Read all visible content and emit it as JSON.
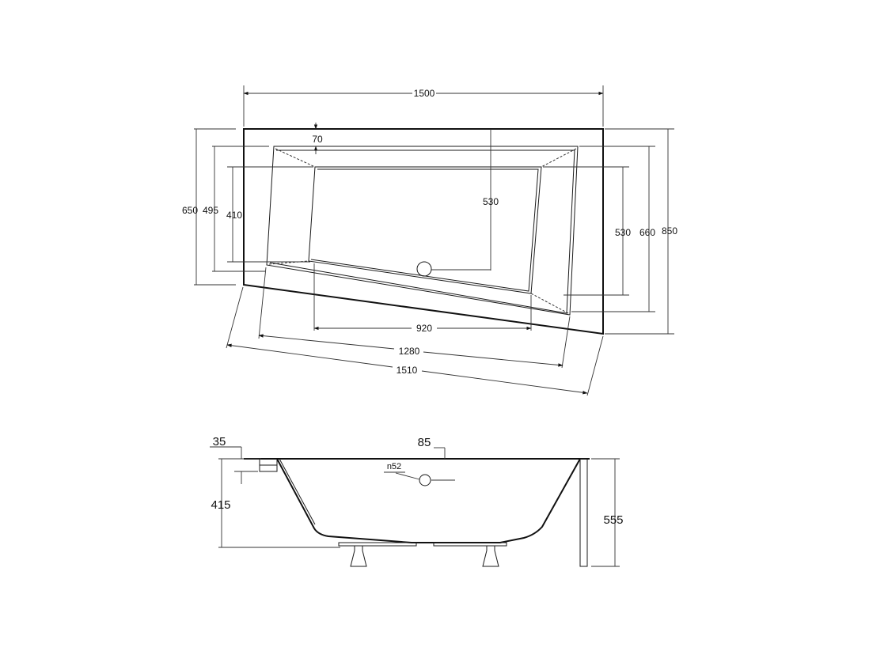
{
  "top_view": {
    "width_total": "1500",
    "rim_offset": "70",
    "depth_left_outer": "650",
    "depth_left_mid": "495",
    "depth_left_inner": "410",
    "inner_depth_center": "530",
    "depth_right_inner": "530",
    "depth_right_mid": "660",
    "depth_right_outer": "850",
    "bottom_inner": "920",
    "bottom_mid": "1280",
    "bottom_outer": "1510"
  },
  "side_view": {
    "rim_thickness": "35",
    "rim_width": "85",
    "drain_label": "n52",
    "inner_height": "415",
    "total_height": "555"
  }
}
